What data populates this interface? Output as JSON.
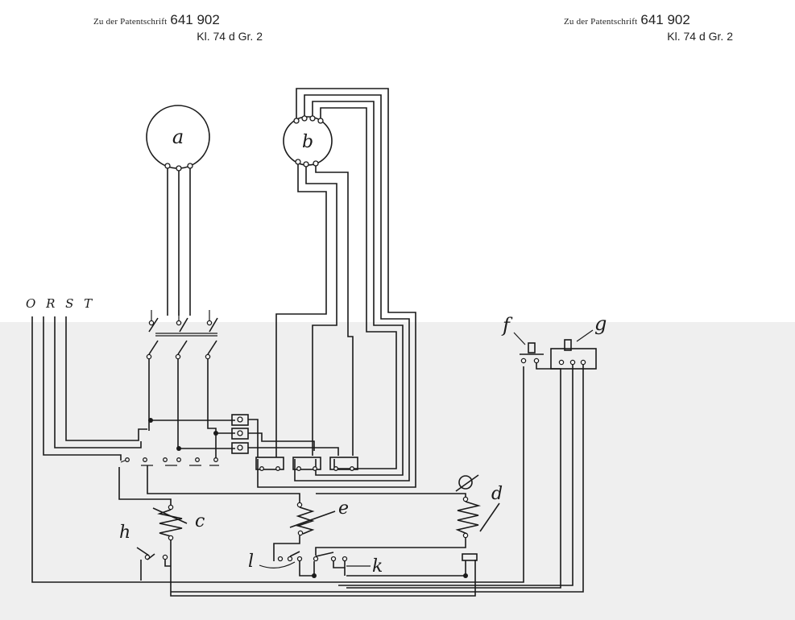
{
  "header_left": {
    "prefix": "Zu der Patentschrift",
    "number": "641 902",
    "class": "Kl. 74 d   Gr. 2"
  },
  "header_right": {
    "prefix": "Zu der Patentschrift",
    "number": "641 902",
    "class": "Kl. 74 d   Gr. 2"
  },
  "labels": {
    "a": "a",
    "b": "b",
    "c": "c",
    "d": "d",
    "e": "e",
    "f": "f",
    "g": "g",
    "h": "h",
    "k": "k",
    "l": "l",
    "supply": "O R S T"
  }
}
